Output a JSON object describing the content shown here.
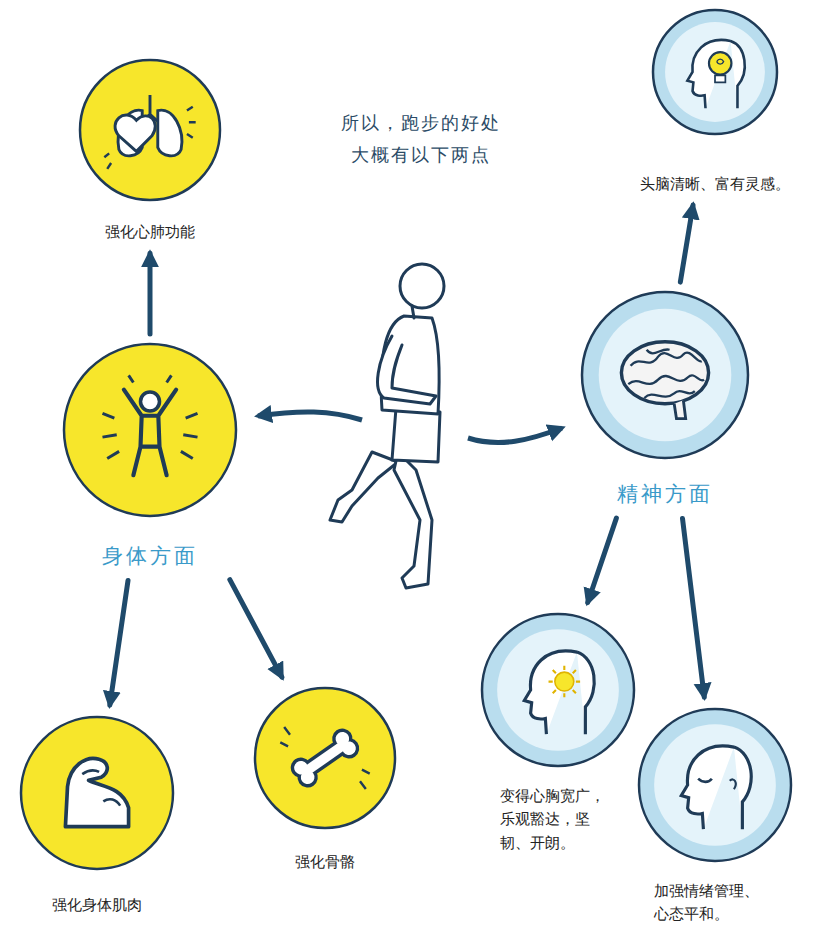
{
  "diagram": {
    "title": "所以，跑步的好处 大概有以下两点",
    "nodes": [
      {
        "text": [
          "强化心肺功能"
        ]
      },
      {
        "text": [
          "头脑清晰、富有灵感。"
        ]
      },
      {
        "text": [
          "身体方面"
        ]
      },
      {
        "text": [
          "精神方面"
        ]
      },
      {
        "text": [
          "变得心胸宽广， 乐观豁达，坚 韧、开朗。"
        ]
      },
      {
        "text": [
          "加强情绪管理、 心态平和。"
        ]
      },
      {
        "text": [
          "强化身体肌肉"
        ]
      },
      {
        "text": [
          "强化骨骼"
        ]
      }
    ],
    "edges": [
      {
        "from": 2,
        "to": 0,
        "arrow": "to"
      },
      {
        "from": 2,
        "to": 6,
        "arrow": "to"
      },
      {
        "from": 2,
        "to": 7,
        "arrow": "to"
      },
      {
        "from": 3,
        "to": 1,
        "arrow": "to"
      },
      {
        "from": 3,
        "to": 4,
        "arrow": "to"
      },
      {
        "from": 3,
        "to": 5,
        "arrow": "to"
      }
    ]
  }
}
